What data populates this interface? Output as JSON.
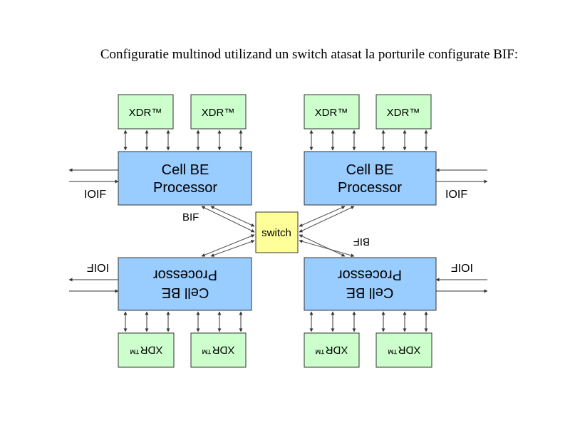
{
  "slide": {
    "title": "Configuratie multinod  utilizand un switch atasat la porturile configurate BIF:"
  },
  "diagram": {
    "switch_label": "switch",
    "processor_label_line1": "Cell BE",
    "processor_label_line2": "Processor",
    "memory_label": "XDR™",
    "ioif_label": "IOIF",
    "bif_label": "BIF",
    "colors": {
      "processor_fill": "#99ccff",
      "memory_fill": "#ccffcc",
      "switch_fill": "#ffff99",
      "stroke": "#333333"
    }
  }
}
